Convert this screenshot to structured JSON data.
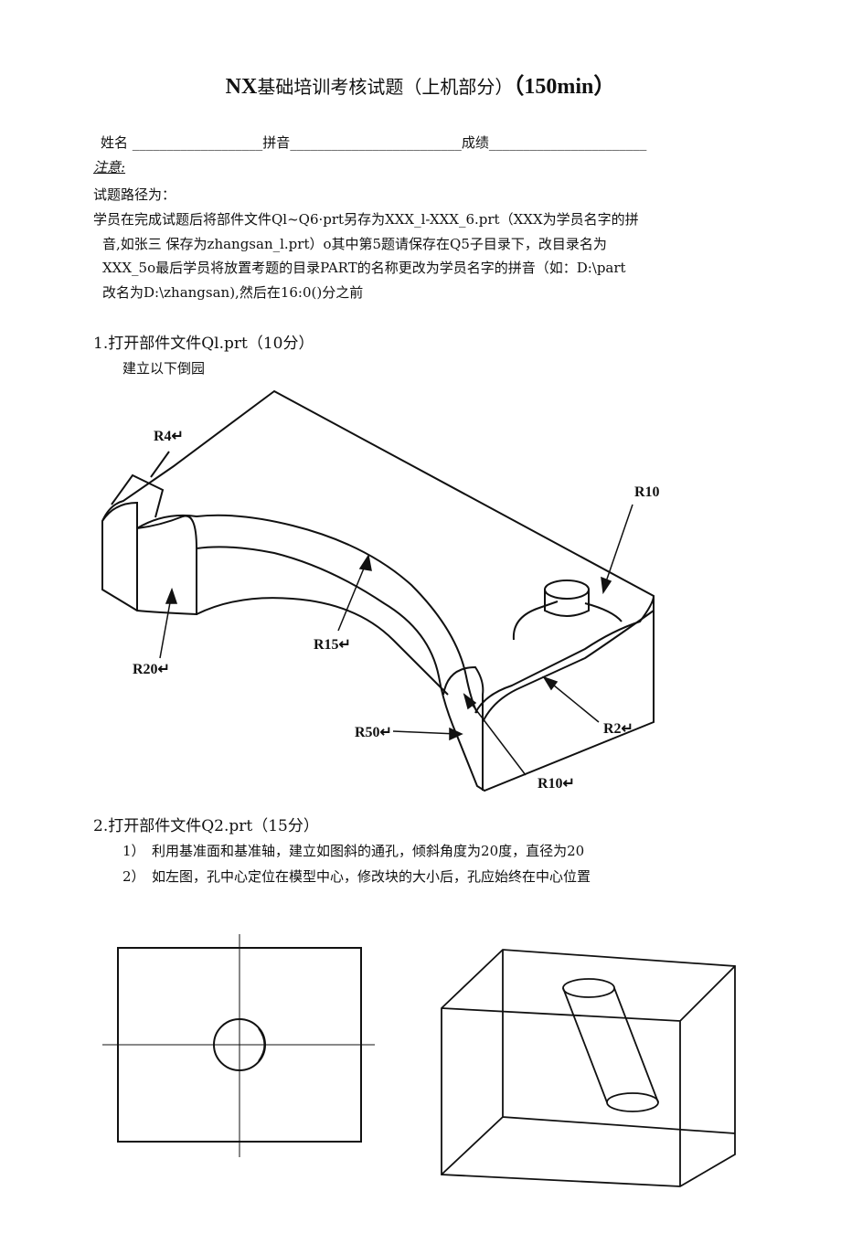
{
  "title": {
    "prefix": "NX",
    "main": "基础培训考核试题（上机部分）",
    "suffix": "（150min）"
  },
  "form": {
    "name_label": "姓名",
    "name_blank": "___________________",
    "pinyin_label": "拼音",
    "pinyin_blank": "_________________________",
    "score_label": "成绩",
    "score_blank": "_______________________"
  },
  "notice": {
    "heading": "注意:",
    "lines": [
      "试题路径为：",
      "学员在完成试题后将部件文件Ql~Q6·prt另存为XXX_l-XXX_6.prt（XXX为学员名字的拼",
      "音,如张三  保存为zhangsan_l.prt）o其中第5题请保存在Q5子目录下，改目录名为",
      "XXX_5o最后学员将放置考题的目录PART的名称更改为学员名字的拼音（如：D:\\part",
      "改名为D:\\zhangsan),然后在16:0()分之前"
    ]
  },
  "q1": {
    "heading": "1.打开部件文件Ql.prt（10分）",
    "sub": "建立以下倒园",
    "labels": {
      "r4": "R4↵",
      "r10a": "R10",
      "r20": "R20↵",
      "r15": "R15↵",
      "r50": "R50↵",
      "r2": "R2↵",
      "r10b": "R10↵"
    }
  },
  "q2": {
    "heading": "2.打开部件文件Q2.prt（15分）",
    "items": [
      "1）　利用基准面和基准轴，建立如图斜的通孔，倾斜角度为20度，直径为20",
      "2）　如左图，孔中心定位在模型中心，修改块的大小后，孔应始终在中心位置"
    ]
  }
}
